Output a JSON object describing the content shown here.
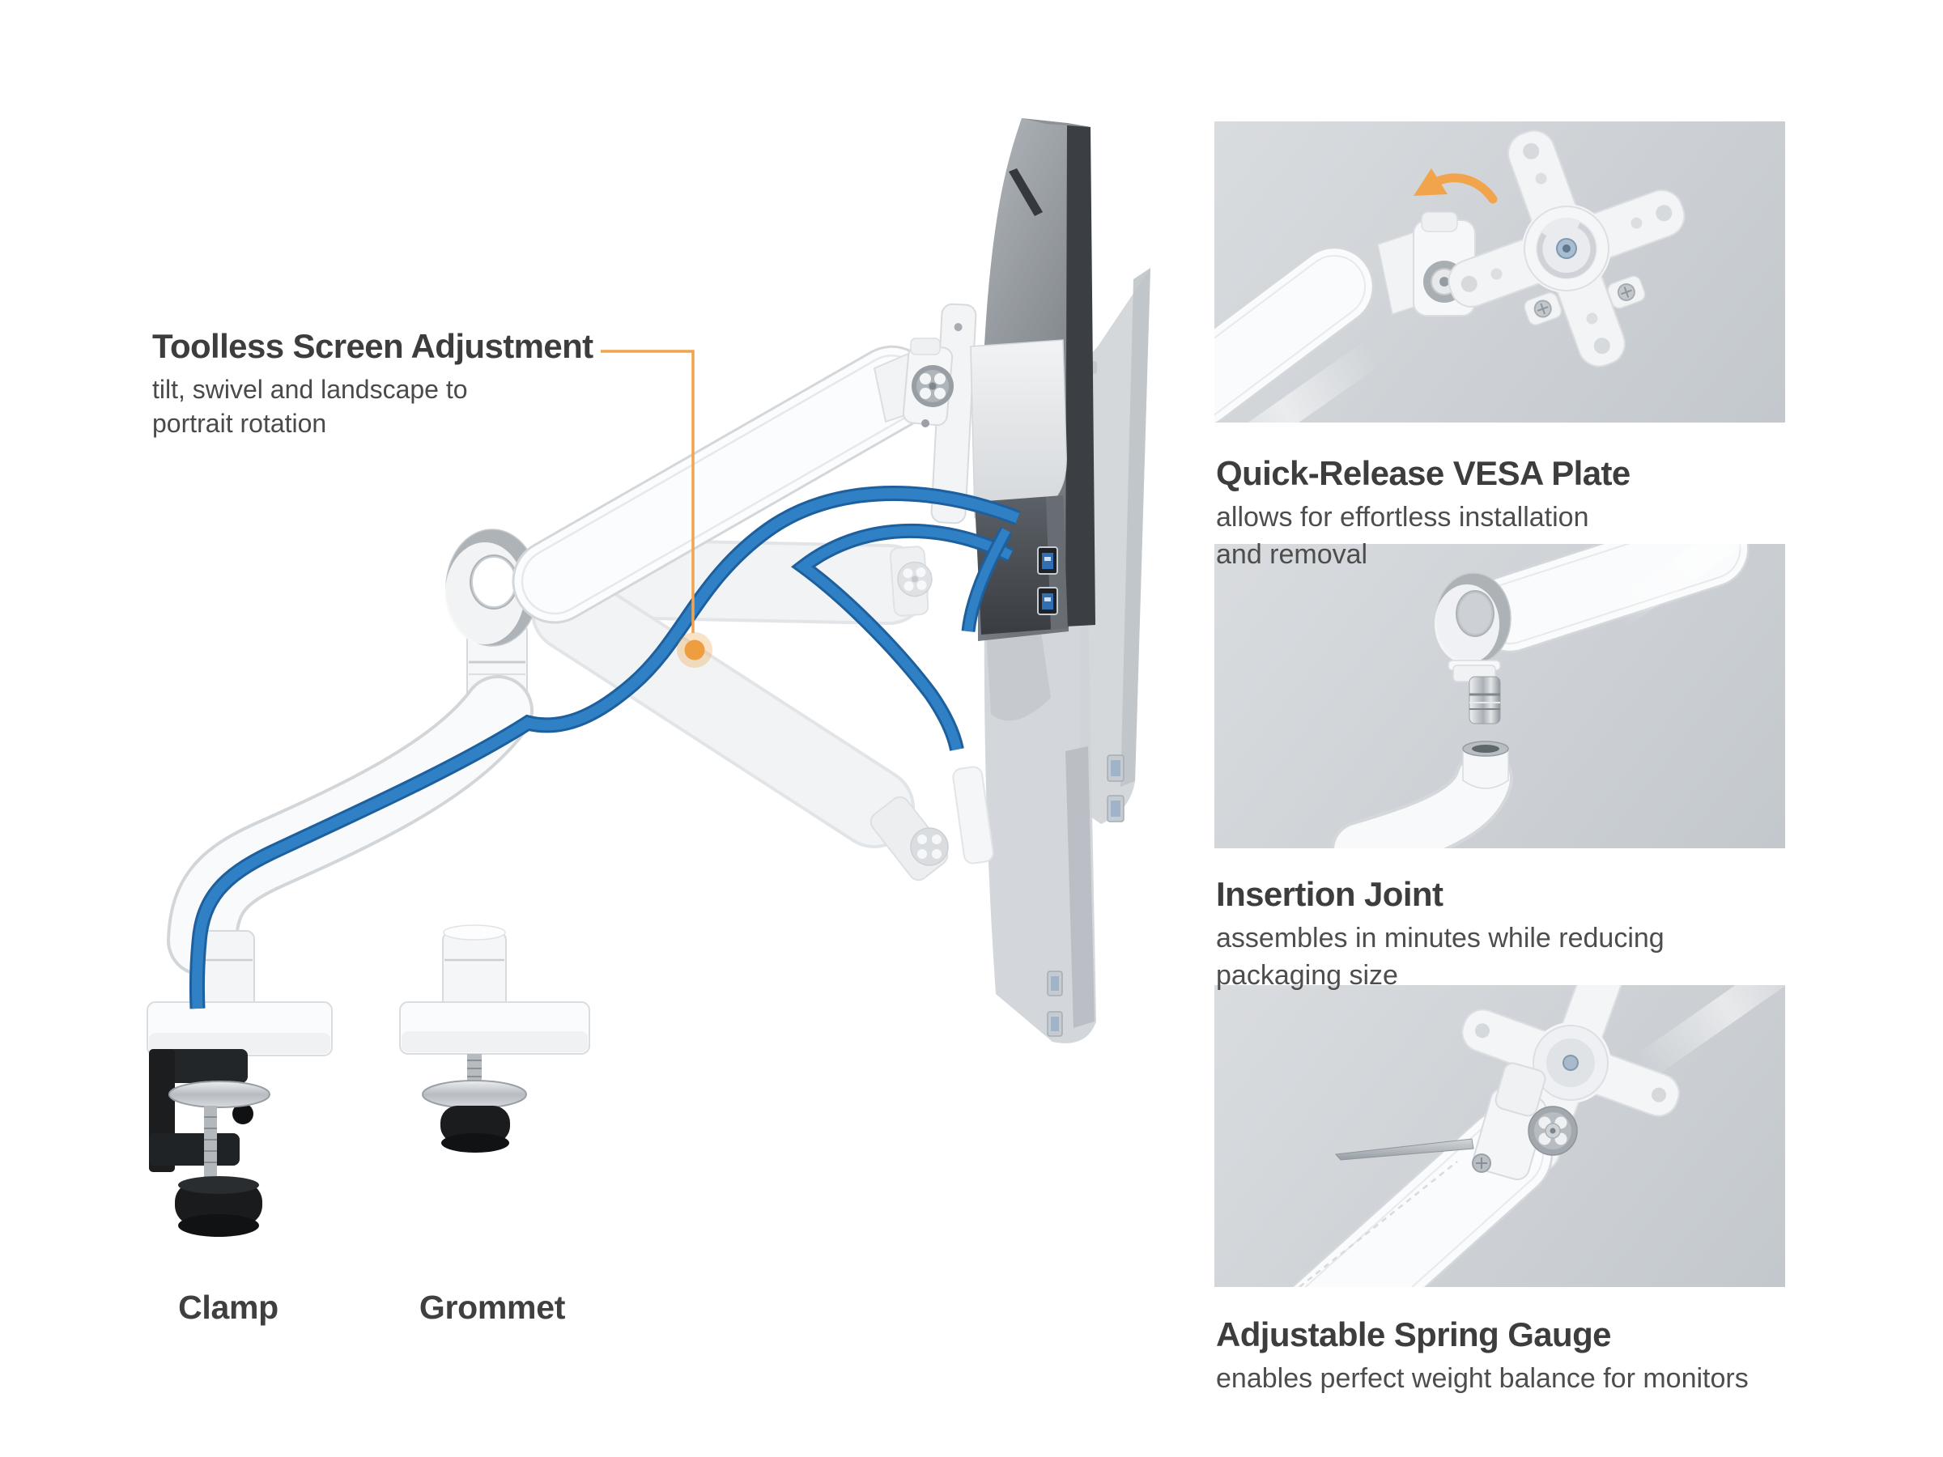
{
  "callout": {
    "title": "Toolless Screen Adjustment",
    "line1": "tilt, swivel and landscape to",
    "line2": "portrait rotation"
  },
  "mount_options": {
    "clamp_label": "Clamp",
    "grommet_label": "Grommet"
  },
  "features": [
    {
      "title": "Quick-Release VESA Plate",
      "line1": "allows for effortless installation",
      "line2": "and removal"
    },
    {
      "title": "Insertion Joint",
      "line1": "assembles in minutes while reducing",
      "line2": "packaging size"
    },
    {
      "title": "Adjustable Spring Gauge",
      "line1": "enables perfect weight balance for monitors",
      "line2": ""
    }
  ],
  "colors": {
    "accent_orange": "#f0a44c",
    "cable_blue": "#2f80c4",
    "heading_text": "#3d3d3d",
    "body_text": "#4d4d4d",
    "panel_bg_light": "#d9dcdf",
    "panel_bg_dark": "#c3c8cd",
    "arm_white": "#fbfcfd",
    "monitor_edge_dark": "#3b3f44"
  },
  "icons": {
    "callout_connector": "orange-elbow-line",
    "callout_marker": "orange-dot",
    "rotate_arrow": "orange-curved-arrow",
    "hinge": "pinwheel-hinge-disc",
    "usb": "usb-port"
  }
}
